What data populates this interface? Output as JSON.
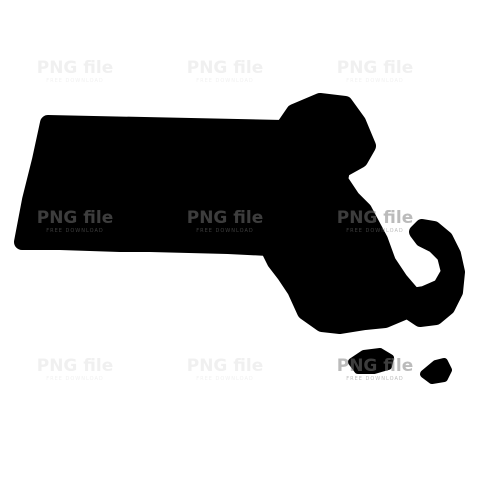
{
  "map": {
    "fill_color": "#000000",
    "background_color": "#ffffff",
    "regions": [
      "mainland",
      "cape-cod",
      "marthas-vineyard",
      "nantucket"
    ]
  },
  "watermark": {
    "brand": "PNG file",
    "tagline": "FREE DOWNLOAD",
    "color": "#bdbdbd"
  }
}
